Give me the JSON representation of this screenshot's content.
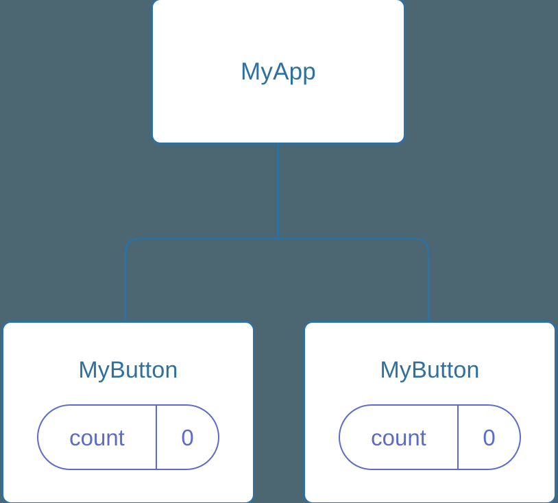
{
  "diagram": {
    "title_text": "MyApp",
    "background_color": "#4c6672",
    "node_border_color": "#2f719e",
    "node_fill_color": "#ffffff",
    "node_text_color": "#2f719e",
    "pill_color": "#5b6bcc",
    "edge_color": "#2f719e"
  },
  "root": {
    "label": "MyApp"
  },
  "children": [
    {
      "label": "MyButton",
      "state": {
        "key": "count",
        "value": "0"
      }
    },
    {
      "label": "MyButton",
      "state": {
        "key": "count",
        "value": "0"
      }
    }
  ]
}
